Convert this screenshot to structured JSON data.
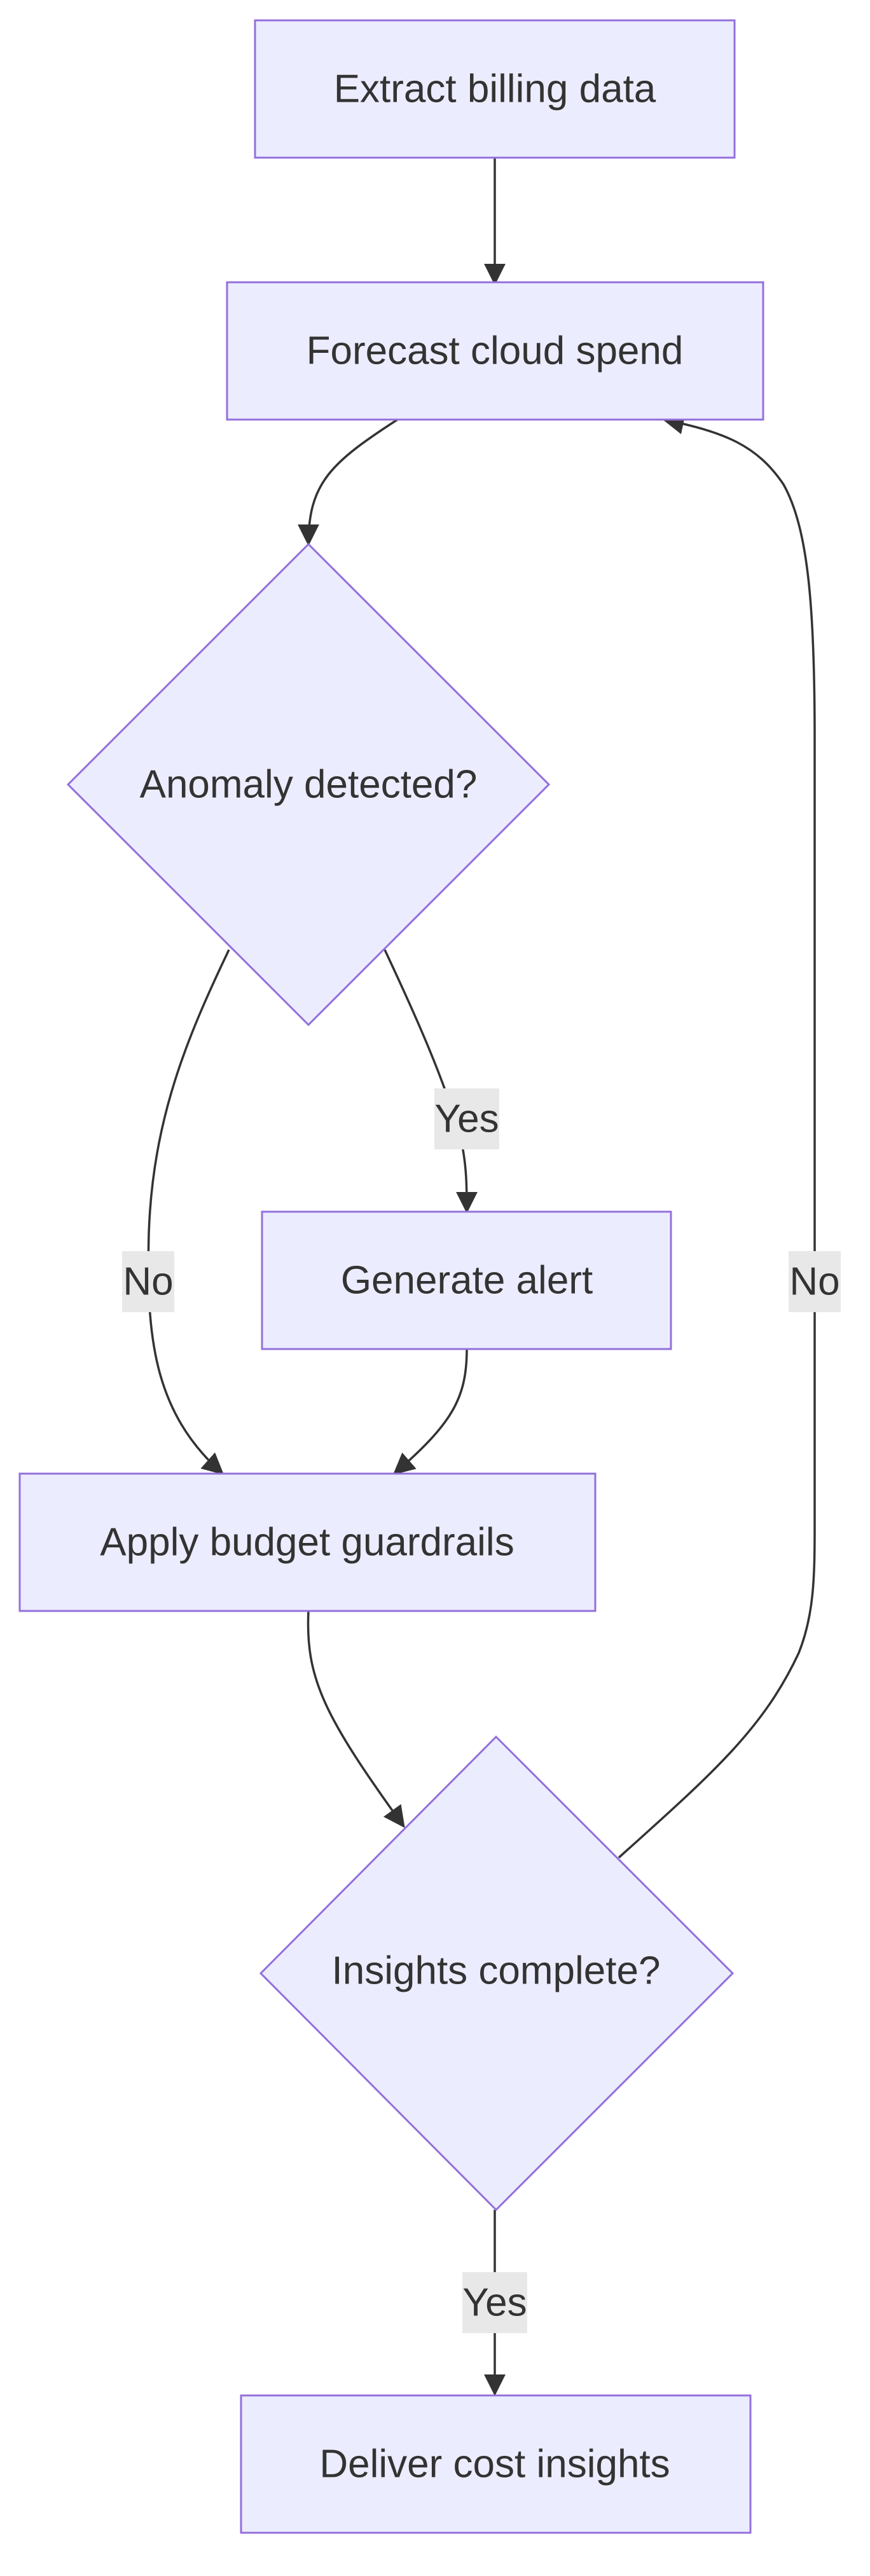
{
  "nodes": {
    "extract": "Extract billing data",
    "forecast": "Forecast cloud spend",
    "anomaly": "Anomaly detected?",
    "alert": "Generate alert",
    "guardrails": "Apply budget guardrails",
    "complete": "Insights complete?",
    "deliver": "Deliver cost insights"
  },
  "edge_labels": {
    "anomaly_yes": "Yes",
    "anomaly_no": "No",
    "complete_no": "No",
    "complete_yes": "Yes"
  },
  "colors": {
    "node_fill": "#ECECFF",
    "node_stroke": "#9370DB",
    "edge": "#333333",
    "label_bg": "#e8e8e8",
    "text": "#333333"
  }
}
